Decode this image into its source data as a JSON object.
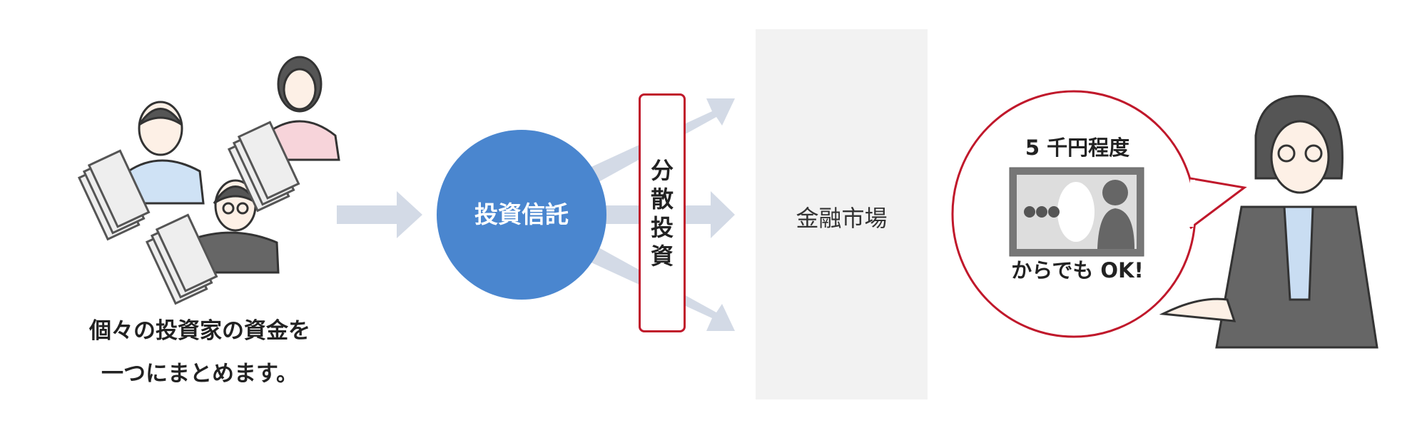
{
  "caption": {
    "line1": "個々の投資家の資金を",
    "line2": "一つにまとめます。"
  },
  "fund": {
    "label": "投資信託",
    "color": "#4a86cf"
  },
  "diversify": {
    "chars": [
      "分",
      "散",
      "投",
      "資"
    ],
    "border_color": "#c0182b"
  },
  "market": {
    "label": "金融市場"
  },
  "bubble": {
    "line1": "5 千円程度",
    "line2": "からでも OK!",
    "border_color": "#c0182b"
  },
  "icons": [
    "investor-man-icon",
    "investor-woman-icon",
    "investor-man-glasses-icon",
    "banknote-stack-icon",
    "banknote-icon",
    "advisor-woman-icon",
    "arrow-right-icon"
  ]
}
